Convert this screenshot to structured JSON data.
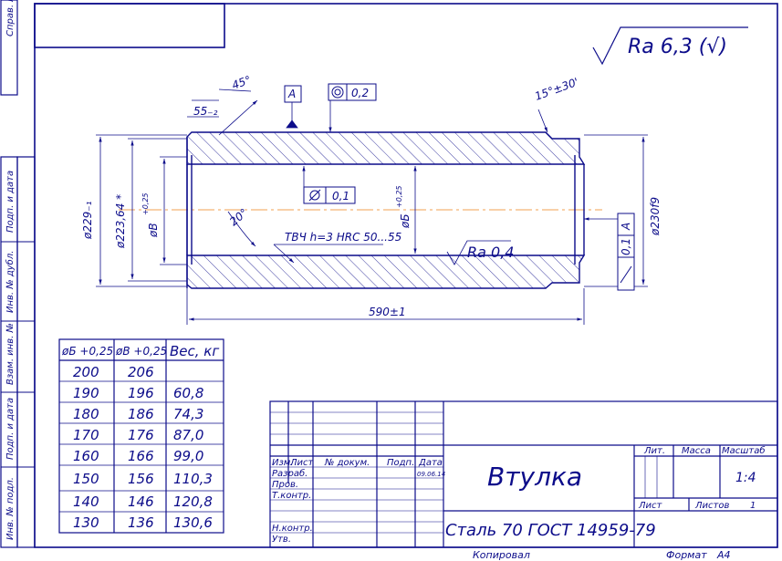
{
  "side_stamps": [
    "Справ. №",
    "Подп. и дата",
    "Инв. № дубл.",
    "Взам. инв. №",
    "Подп. и дата",
    "Инв. № подл."
  ],
  "roughness_general": "Ra 6,3 (√)",
  "dimensions": {
    "chamfer_angle": "45°",
    "chamfer_len": "55₋₂",
    "datum": "A",
    "coax_tol": "0,2",
    "chamfer_right": "15°±30'",
    "d229": "ø229₋₁",
    "d223": "ø223,64 *",
    "dB": "øB",
    "dB_tol": "+0,25",
    "d_cyl_tol": "0,1",
    "angle20": "20°",
    "note_hardening": "ТВЧ h=3 HRC 50...55",
    "dA": "øБ",
    "dA_tol": "+0,25",
    "roughness_bore": "Ra 0,4",
    "runout_tol": "0,1",
    "runout_datum": "A",
    "d230": "ø230f9",
    "length": "590±1"
  },
  "table": {
    "headers": [
      "øБ +0,25",
      "øВ +0,25",
      "Вес, кг"
    ],
    "rows": [
      [
        "200",
        "206",
        ""
      ],
      [
        "190",
        "196",
        "60,8"
      ],
      [
        "180",
        "186",
        "74,3"
      ],
      [
        "170",
        "176",
        "87,0"
      ],
      [
        "160",
        "166",
        "99,0"
      ],
      [
        "150",
        "156",
        "110,3"
      ],
      [
        "140",
        "146",
        "120,8"
      ],
      [
        "130",
        "136",
        "130,6"
      ]
    ]
  },
  "title_block": {
    "col_izm": "Изм.",
    "col_list": "Лист",
    "col_doc": "№ докум.",
    "col_podp": "Подп.",
    "col_data": "Дата",
    "date_value": "09.06.14",
    "row_razrab": "Разраб.",
    "row_prov": "Пров.",
    "row_tkontr": "Т.контр.",
    "row_nkontr": "Н.контр.",
    "row_utv": "Утв.",
    "part_name": "Втулка",
    "material": "Сталь 70 ГОСТ 14959-79",
    "lit": "Лит.",
    "mass": "Масса",
    "scale": "Масштаб",
    "scale_value": "1:4",
    "sheet": "Лист",
    "sheets": "Листов",
    "sheets_value": "1"
  },
  "footer": {
    "copied": "Копировал",
    "format_label": "Формат",
    "format_value": "A4"
  },
  "colors": {
    "line": "#0c0c8a",
    "hatch": "#0c0c8a",
    "axis": "#f2a050"
  }
}
